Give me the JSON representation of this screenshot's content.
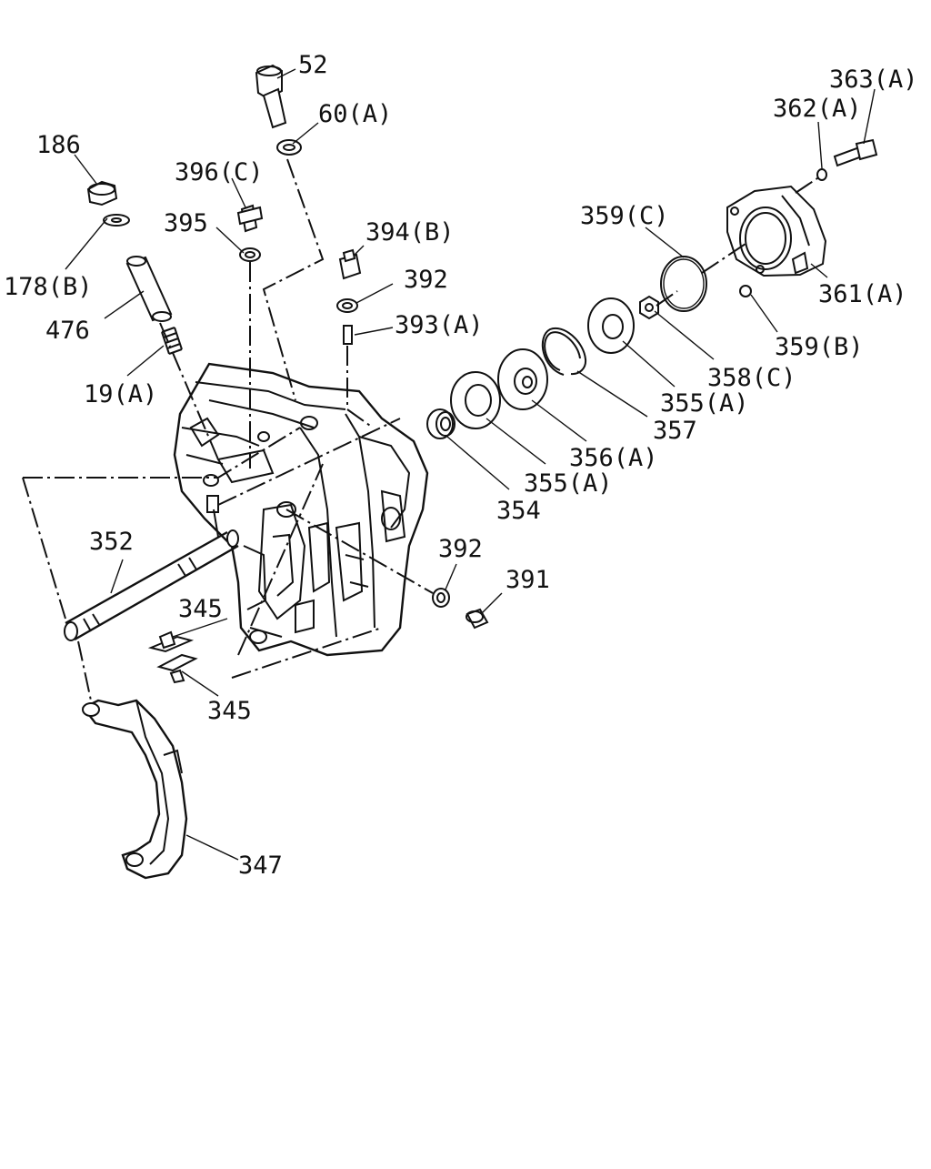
{
  "diagram": {
    "callouts": [
      {
        "id": "c52",
        "text": "52"
      },
      {
        "id": "c60a",
        "text": "60(A)"
      },
      {
        "id": "c186",
        "text": "186"
      },
      {
        "id": "c396c",
        "text": "396(C)"
      },
      {
        "id": "c395",
        "text": "395"
      },
      {
        "id": "c394b",
        "text": "394(B)"
      },
      {
        "id": "c392a",
        "text": "392"
      },
      {
        "id": "c393a",
        "text": "393(A)"
      },
      {
        "id": "c178b",
        "text": "178(B)"
      },
      {
        "id": "c476",
        "text": "476"
      },
      {
        "id": "c19a",
        "text": "19(A)"
      },
      {
        "id": "c363a",
        "text": "363(A)"
      },
      {
        "id": "c362a",
        "text": "362(A)"
      },
      {
        "id": "c359c",
        "text": "359(C)"
      },
      {
        "id": "c361a",
        "text": "361(A)"
      },
      {
        "id": "c359b",
        "text": "359(B)"
      },
      {
        "id": "c358c",
        "text": "358(C)"
      },
      {
        "id": "c355a1",
        "text": "355(A)"
      },
      {
        "id": "c357",
        "text": "357"
      },
      {
        "id": "c356a",
        "text": "356(A)"
      },
      {
        "id": "c355a2",
        "text": "355(A)"
      },
      {
        "id": "c354",
        "text": "354"
      },
      {
        "id": "c352",
        "text": "352"
      },
      {
        "id": "c392b",
        "text": "392"
      },
      {
        "id": "c391",
        "text": "391"
      },
      {
        "id": "c345a",
        "text": "345"
      },
      {
        "id": "c345b",
        "text": "345"
      },
      {
        "id": "c347",
        "text": "347"
      }
    ]
  }
}
